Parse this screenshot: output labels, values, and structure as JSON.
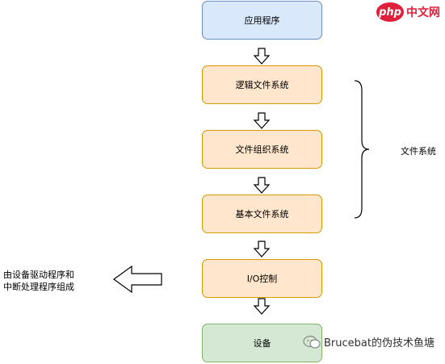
{
  "logo": {
    "badge": "php",
    "text": "中文网"
  },
  "layers": [
    {
      "label": "应用程序"
    },
    {
      "label": "逻辑文件系统"
    },
    {
      "label": "文件组织系统"
    },
    {
      "label": "基本文件系统"
    },
    {
      "label": "I/O控制"
    },
    {
      "label": "设备"
    }
  ],
  "brace_label": "文件系统",
  "note": {
    "line1": "由设备驱动程序和",
    "line2": "中断处理程序组成"
  },
  "watermark": "Brucebat的伪技术鱼塘",
  "colors": {
    "top_fill": "#dae8fc",
    "top_stroke": "#6c8ebf",
    "mid_fill": "#ffe6cc",
    "mid_stroke": "#d79b00",
    "bottom_fill": "#d5e8d4",
    "bottom_stroke": "#82b366"
  }
}
